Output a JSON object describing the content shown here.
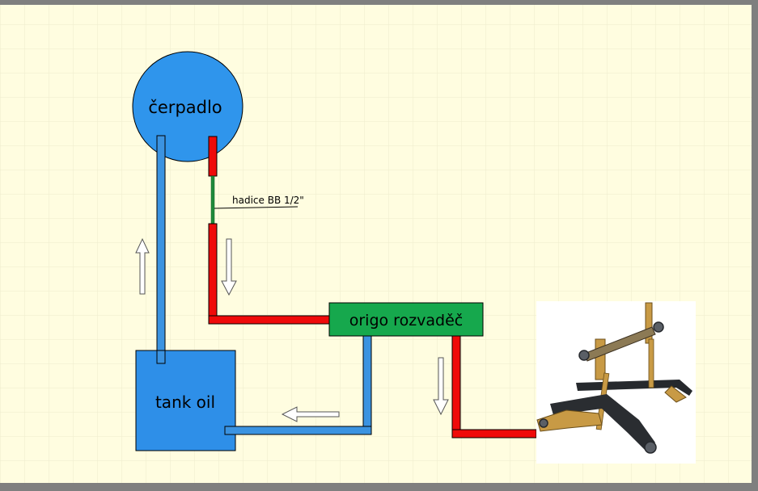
{
  "diagram": {
    "pump_label": "čerpadlo",
    "valve_label": "origo rozvaděč",
    "tank_label": "tank oil",
    "hose_label": "hadice BB 1/2\"",
    "colors": {
      "background": "#fffde0",
      "grid": "#eeeccd",
      "frame": "#7f7f7f",
      "pump_fill": "#2f95ec",
      "tank_fill": "#2e8fe8",
      "return_line": "#3b93e1",
      "pressure_line": "#ef0a0a",
      "hose": "#1f8a3b",
      "valve_fill": "#16a84d",
      "arrow_fill": "#ffffff",
      "arrow_stroke": "#555555"
    },
    "image": {
      "subject": "three-point-hitch-linkage-photo",
      "colors": {
        "steel": "#5a5f66",
        "brass": "#c89a45",
        "dark": "#26292d"
      }
    }
  }
}
